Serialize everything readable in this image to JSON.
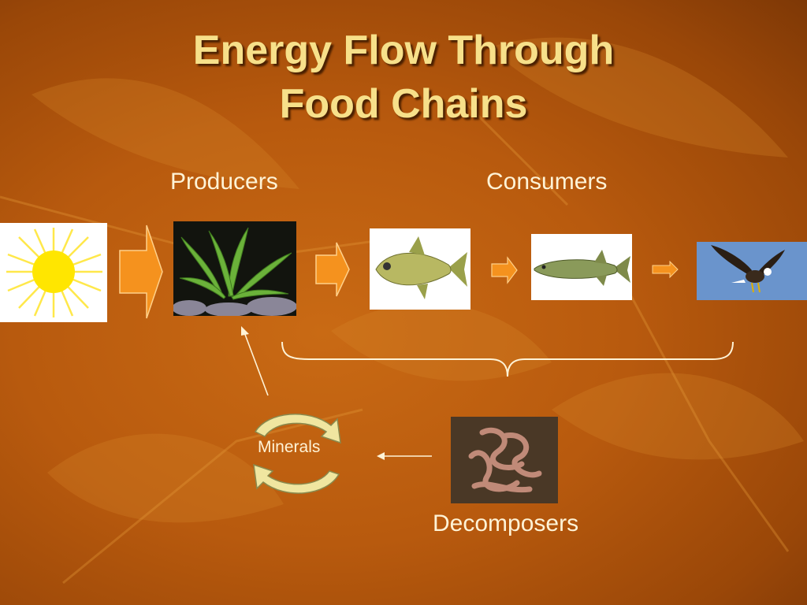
{
  "slide": {
    "title_line1": "Energy Flow Through",
    "title_line2": "Food Chains",
    "producers_label": "Producers",
    "consumers_label": "Consumers",
    "minerals_label": "Minerals",
    "decomposers_label": "Decomposers"
  },
  "colors": {
    "background": "#b85a0e",
    "title": "#f7e08a",
    "text": "#fff3d6",
    "flow_arrow": "#f5921e"
  },
  "icons": [
    "sun-icon",
    "plant-icon",
    "fish-icon",
    "pike-icon",
    "eagle-icon",
    "worms-icon",
    "recycle-arrows-icon"
  ]
}
